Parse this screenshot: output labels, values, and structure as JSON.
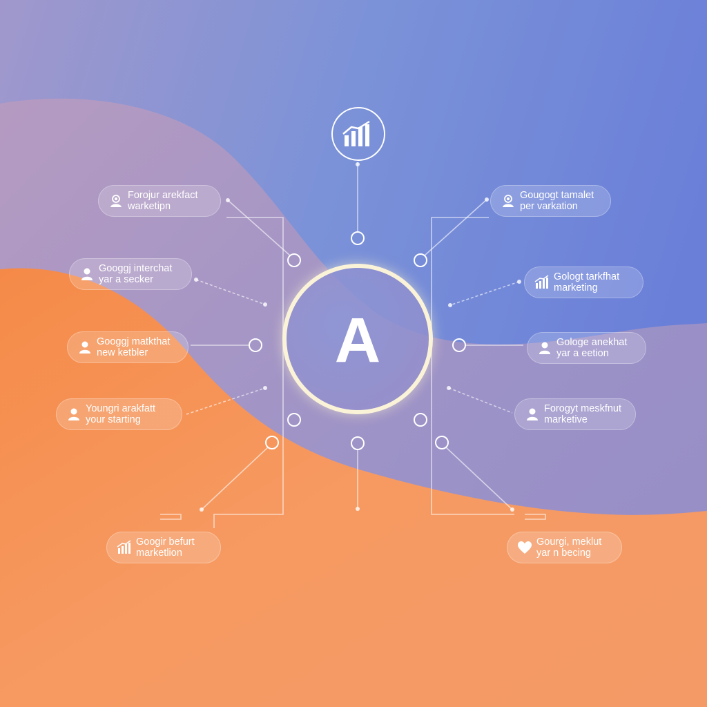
{
  "colors": {
    "top_right": "#6a7fd8",
    "top_left": "#9b8fc8",
    "wave_mid": "#a896c4",
    "bottom_orange": "#f48a4a",
    "hub_ring": "#fbf3d8",
    "text": "#ffffff"
  },
  "hub": {
    "letter": "A",
    "icon": "letter-a"
  },
  "top_node": {
    "icon": "bar-chart-icon"
  },
  "nodes": [
    {
      "id": "left-1",
      "icon": "target-person-icon",
      "line1": "Forojur arekfact",
      "line2": "warketipn"
    },
    {
      "id": "left-2",
      "icon": "user-icon",
      "line1": "Googgj interchat",
      "line2": "yar a secker"
    },
    {
      "id": "left-3",
      "icon": "user-icon",
      "line1": "Googgj matkthat",
      "line2": "new ketbler"
    },
    {
      "id": "left-4",
      "icon": "user-icon",
      "line1": "Youngri arakfatt",
      "line2": "your starting"
    },
    {
      "id": "left-5",
      "icon": "bar-chart-icon",
      "line1": "Googir befurt",
      "line2": "marketlion"
    },
    {
      "id": "right-1",
      "icon": "target-person-icon",
      "line1": "Gougogt tamalet",
      "line2": "per varkation"
    },
    {
      "id": "right-2",
      "icon": "bar-chart-icon",
      "line1": "Gologt tarkfhat",
      "line2": "marketing"
    },
    {
      "id": "right-3",
      "icon": "user-icon",
      "line1": "Gologe anekhat",
      "line2": "yar a eetion"
    },
    {
      "id": "right-4",
      "icon": "user-icon",
      "line1": "Forogyt meskfnut",
      "line2": "marketive"
    },
    {
      "id": "right-5",
      "icon": "heart-icon",
      "line1": "Gourgi, meklut",
      "line2": "yar n becing"
    }
  ]
}
